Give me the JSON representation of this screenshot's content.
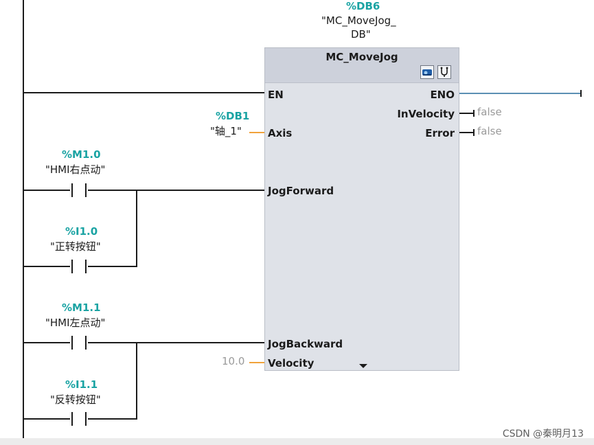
{
  "instance_db": {
    "address": "%DB6",
    "name": "\"MC_MoveJog_",
    "name2": "DB\""
  },
  "block": {
    "type": "MC_MoveJog"
  },
  "pins": {
    "en": "EN",
    "eno": "ENO",
    "axis": "Axis",
    "jog_forward": "JogForward",
    "jog_backward": "JogBackward",
    "velocity": "Velocity",
    "in_velocity": "InVelocity",
    "error": "Error"
  },
  "axis_param": {
    "address": "%DB1",
    "symbol": "\"轴_1\""
  },
  "velocity_value": "10.0",
  "outputs": {
    "in_velocity_value": "false",
    "error_value": "false"
  },
  "contacts": [
    {
      "address": "%M1.0",
      "symbol": "\"HMI右点动\""
    },
    {
      "address": "%I1.0",
      "symbol": "\"正转按钮\""
    },
    {
      "address": "%M1.1",
      "symbol": "\"HMI左点动\""
    },
    {
      "address": "%I1.1",
      "symbol": "\"反转按钮\""
    }
  ],
  "watermark": "CSDN @秦明月13",
  "icons": {
    "block_icon_1": "drive-icon",
    "block_icon_2": "diagnostics-icon",
    "expand": "expand-arrow-icon"
  },
  "colors": {
    "address": "#1aa3a3",
    "wire": "#1b1b1b",
    "param_wire": "#f0a23a",
    "eno_wire": "#5b8fb3",
    "block_bg": "#dfe2e8"
  }
}
